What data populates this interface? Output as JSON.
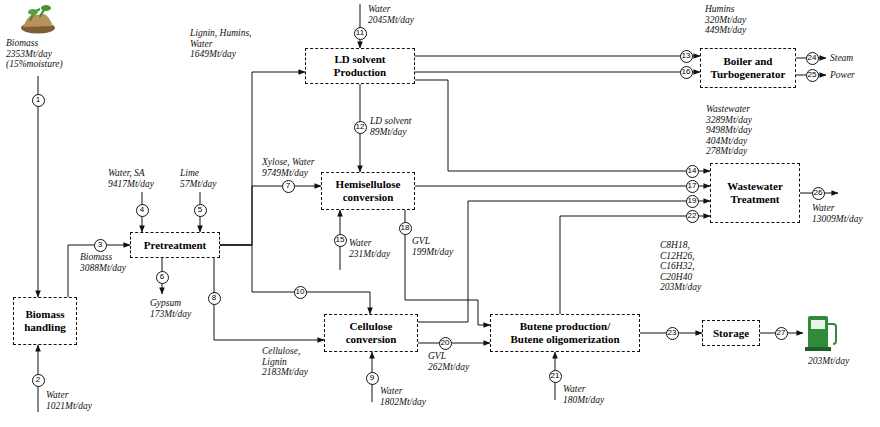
{
  "diagram": {
    "nodes": [
      {
        "text": [
          "Biomass handling"
        ]
      },
      {
        "text": [
          "Pretreatment"
        ]
      },
      {
        "text": [
          "LD solvent Production"
        ]
      },
      {
        "text": [
          "Hemisellulose conversion"
        ]
      },
      {
        "text": [
          "Cellulose conversion"
        ]
      },
      {
        "text": [
          "Butene production/ Butene oligomerization"
        ]
      },
      {
        "text": [
          "Boiler and Turbogenerator"
        ]
      },
      {
        "text": [
          "Wastewater Treatment"
        ]
      },
      {
        "text": [
          "Storage"
        ]
      }
    ],
    "edges": [
      {
        "from": 0,
        "to": 1,
        "arrow": "to"
      },
      {
        "from": 1,
        "to": 2,
        "arrow": "to"
      },
      {
        "from": 1,
        "to": 3,
        "arrow": "to"
      },
      {
        "from": 1,
        "to": 4,
        "arrow": "to"
      },
      {
        "from": 1,
        "to": 4,
        "arrow": "to"
      },
      {
        "from": 2,
        "to": 3,
        "arrow": "to"
      },
      {
        "from": 2,
        "to": 6,
        "arrow": "to"
      },
      {
        "from": 2,
        "to": 6,
        "arrow": "to"
      },
      {
        "from": 2,
        "to": 7,
        "arrow": "to"
      },
      {
        "from": 3,
        "to": 7,
        "arrow": "to"
      },
      {
        "from": 3,
        "to": 5,
        "arrow": "to"
      },
      {
        "from": 4,
        "to": 7,
        "arrow": "to"
      },
      {
        "from": 4,
        "to": 5,
        "arrow": "to"
      },
      {
        "from": 5,
        "to": 7,
        "arrow": "to"
      },
      {
        "from": 5,
        "to": 8,
        "arrow": "to"
      }
    ],
    "labels": [
      "Biomass 2353Mt/day (15%moisture)",
      "Water 1021Mt/day",
      "Biomass 3088Mt/day",
      "Water, SA 9417Mt/day",
      "Lime 57Mt/day",
      "Gypsum 173Mt/day",
      "Lignin, Humins, Water 1649Mt/day",
      "Water 2045Mt/day",
      "LD solvent 89Mt/day",
      "Xylose, Water 9749Mt/day",
      "Water 231Mt/day",
      "GVL 199Mt/day",
      "Cellulose, Lignin 2183Mt/day",
      "Water 1802Mt/day",
      "GVL 262Mt/day",
      "Water 180Mt/day",
      "Humins 320Mt/day 449Mt/day",
      "Steam",
      "Power",
      "Wastewater 3289Mt/day 9498Mt/day 404Mt/day 278Mt/day",
      "Water 13009Mt/day",
      "C8H18, C12H26, C16H32, C20H40 203Mt/day",
      "203Mt/day",
      "1",
      "2",
      "3",
      "4",
      "5",
      "6",
      "7",
      "8",
      "9",
      "10",
      "11",
      "12",
      "13",
      "14",
      "15",
      "16",
      "17",
      "18",
      "19",
      "20",
      "21",
      "22",
      "23",
      "24",
      "25",
      "26",
      "27"
    ]
  }
}
